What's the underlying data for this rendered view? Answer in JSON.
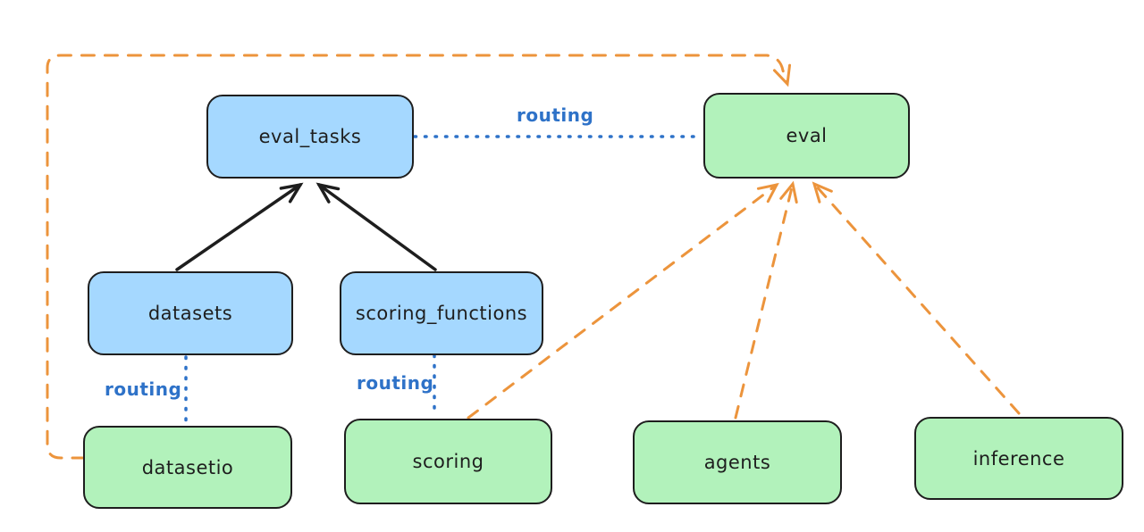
{
  "diagram": {
    "nodes": [
      {
        "id": "eval_tasks",
        "label": "eval_tasks",
        "variant": "api-blue"
      },
      {
        "id": "eval",
        "label": "eval",
        "variant": "provider-green"
      },
      {
        "id": "datasets",
        "label": "datasets",
        "variant": "api-blue"
      },
      {
        "id": "scoring_functions",
        "label": "scoring_functions",
        "variant": "api-blue"
      },
      {
        "id": "datasetio",
        "label": "datasetio",
        "variant": "provider-green"
      },
      {
        "id": "scoring",
        "label": "scoring",
        "variant": "provider-green"
      },
      {
        "id": "agents",
        "label": "agents",
        "variant": "provider-green"
      },
      {
        "id": "inference",
        "label": "inference",
        "variant": "provider-green"
      }
    ],
    "edges": [
      {
        "from": "datasets",
        "to": "eval_tasks",
        "style": "solid-arrow-black",
        "label": ""
      },
      {
        "from": "scoring_functions",
        "to": "eval_tasks",
        "style": "solid-arrow-black",
        "label": ""
      },
      {
        "from": "eval_tasks",
        "to": "eval",
        "style": "dotted-blue",
        "label": "routing"
      },
      {
        "from": "datasets",
        "to": "datasetio",
        "style": "dotted-blue",
        "label": "routing"
      },
      {
        "from": "scoring_functions",
        "to": "scoring",
        "style": "dotted-blue",
        "label": "routing"
      },
      {
        "from": "scoring",
        "to": "eval",
        "style": "dashed-arrow-orange",
        "label": ""
      },
      {
        "from": "agents",
        "to": "eval",
        "style": "dashed-arrow-orange",
        "label": ""
      },
      {
        "from": "inference",
        "to": "eval",
        "style": "dashed-arrow-orange",
        "label": ""
      },
      {
        "from": "datasetio",
        "to": "eval",
        "style": "dashed-arrow-orange",
        "label": ""
      }
    ],
    "colors": {
      "api_box_fill": "#a5d8ff",
      "provider_box_fill": "#b2f2bb",
      "box_stroke": "#1e1e1e",
      "routing_text": "#2e72c8",
      "dotted_line": "#2e72c8",
      "dashed_line": "#ec943c",
      "solid_arrow": "#1e1e1e",
      "background": "#ffffff"
    }
  }
}
